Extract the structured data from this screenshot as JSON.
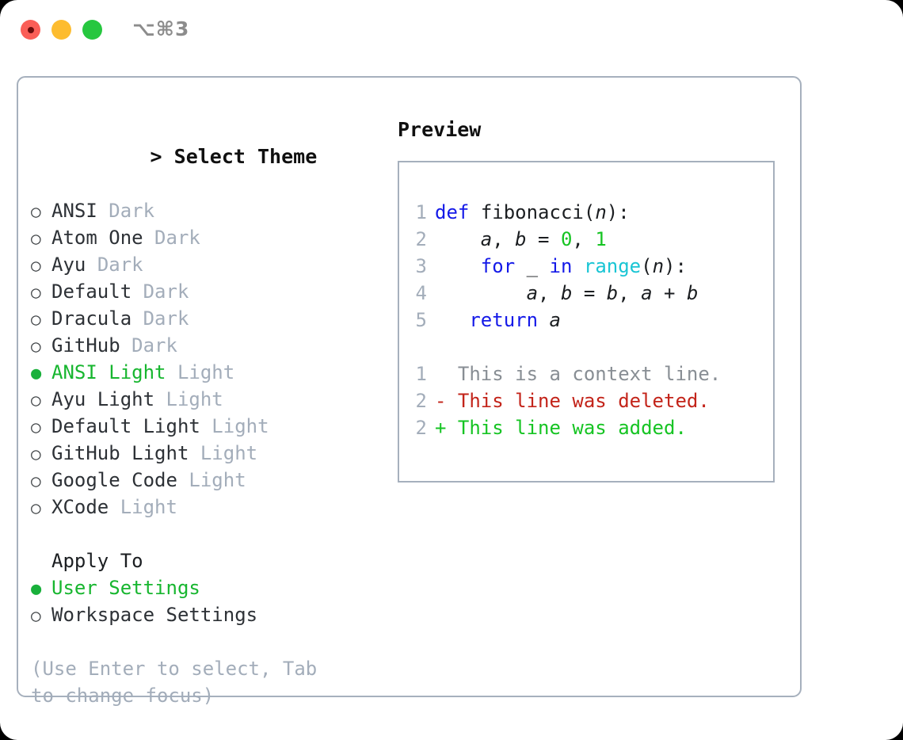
{
  "titlebar": {
    "shortcut": "⌥⌘3",
    "lights": [
      {
        "name": "close-button",
        "color": "#fa5e57",
        "recording": true
      },
      {
        "name": "minimize-button",
        "color": "#fdbc2f",
        "recording": false
      },
      {
        "name": "maximize-button",
        "color": "#26c73f",
        "recording": false
      }
    ]
  },
  "theme_picker": {
    "header_prefix": ">",
    "header": "Select Theme",
    "items": [
      {
        "bullet": "○",
        "name": "ANSI",
        "tag": "Dark",
        "selected": false
      },
      {
        "bullet": "○",
        "name": "Atom One",
        "tag": "Dark",
        "selected": false
      },
      {
        "bullet": "○",
        "name": "Ayu",
        "tag": "Dark",
        "selected": false
      },
      {
        "bullet": "○",
        "name": "Default",
        "tag": "Dark",
        "selected": false
      },
      {
        "bullet": "○",
        "name": "Dracula",
        "tag": "Dark",
        "selected": false
      },
      {
        "bullet": "○",
        "name": "GitHub",
        "tag": "Dark",
        "selected": false
      },
      {
        "bullet": "●",
        "name": "ANSI Light",
        "tag": "Light",
        "selected": true
      },
      {
        "bullet": "○",
        "name": "Ayu Light",
        "tag": "Light",
        "selected": false
      },
      {
        "bullet": "○",
        "name": "Default Light",
        "tag": "Light",
        "selected": false
      },
      {
        "bullet": "○",
        "name": "GitHub Light",
        "tag": "Light",
        "selected": false
      },
      {
        "bullet": "○",
        "name": "Google Code",
        "tag": "Light",
        "selected": false
      },
      {
        "bullet": "○",
        "name": "XCode",
        "tag": "Light",
        "selected": false
      }
    ]
  },
  "apply_to": {
    "header": "Apply To",
    "items": [
      {
        "bullet": "●",
        "name": "User Settings",
        "selected": true
      },
      {
        "bullet": "○",
        "name": "Workspace Settings",
        "selected": false
      }
    ]
  },
  "hint": "(Use Enter to select, Tab to change focus)",
  "preview": {
    "header": "Preview",
    "code_lines": [
      {
        "num": "1",
        "tokens": [
          {
            "t": "def",
            "c": "kw"
          },
          {
            "t": " ",
            "c": "plain"
          },
          {
            "t": "fibonacci",
            "c": "plain"
          },
          {
            "t": "(",
            "c": "plain"
          },
          {
            "t": "n",
            "c": "var"
          },
          {
            "t": "):",
            "c": "plain"
          }
        ]
      },
      {
        "num": "2",
        "tokens": [
          {
            "t": "    ",
            "c": "plain"
          },
          {
            "t": "a",
            "c": "var"
          },
          {
            "t": ", ",
            "c": "plain"
          },
          {
            "t": "b",
            "c": "var"
          },
          {
            "t": " = ",
            "c": "plain"
          },
          {
            "t": "0",
            "c": "num"
          },
          {
            "t": ", ",
            "c": "plain"
          },
          {
            "t": "1",
            "c": "num"
          }
        ]
      },
      {
        "num": "3",
        "tokens": [
          {
            "t": "    ",
            "c": "plain"
          },
          {
            "t": "for",
            "c": "kw"
          },
          {
            "t": " _ ",
            "c": "plain"
          },
          {
            "t": "in",
            "c": "kw"
          },
          {
            "t": " ",
            "c": "plain"
          },
          {
            "t": "range",
            "c": "bi"
          },
          {
            "t": "(",
            "c": "plain"
          },
          {
            "t": "n",
            "c": "var"
          },
          {
            "t": "):",
            "c": "plain"
          }
        ]
      },
      {
        "num": "4",
        "tokens": [
          {
            "t": "        ",
            "c": "plain"
          },
          {
            "t": "a",
            "c": "var"
          },
          {
            "t": ", ",
            "c": "plain"
          },
          {
            "t": "b",
            "c": "var"
          },
          {
            "t": " = ",
            "c": "plain"
          },
          {
            "t": "b",
            "c": "var"
          },
          {
            "t": ", ",
            "c": "plain"
          },
          {
            "t": "a",
            "c": "var"
          },
          {
            "t": " + ",
            "c": "plain"
          },
          {
            "t": "b",
            "c": "var"
          }
        ]
      },
      {
        "num": "5",
        "tokens": [
          {
            "t": "   ",
            "c": "plain"
          },
          {
            "t": "return",
            "c": "kw"
          },
          {
            "t": " ",
            "c": "plain"
          },
          {
            "t": "a",
            "c": "var"
          }
        ]
      }
    ],
    "diff_lines": [
      {
        "num": "1",
        "marker": "  ",
        "text": "This is a context line.",
        "kind": "ctx"
      },
      {
        "num": "2",
        "marker": "- ",
        "text": "This line was deleted.",
        "kind": "del"
      },
      {
        "num": "2",
        "marker": "+ ",
        "text": "This line was added.",
        "kind": "add"
      }
    ]
  },
  "colors": {
    "accent_green": "#17b62f",
    "muted": "#a3adba",
    "border": "#a6b0bd",
    "keyword": "#1419e8",
    "builtin": "#19c5d4",
    "number": "#16c423",
    "diff_deleted": "#c3241a",
    "diff_added": "#16c423",
    "background": "#ffffff"
  }
}
